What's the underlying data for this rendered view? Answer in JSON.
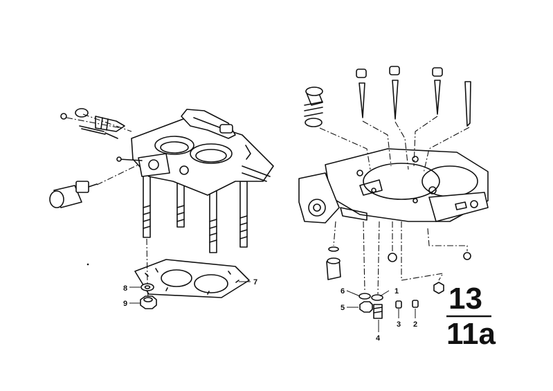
{
  "diagram": {
    "section": {
      "group_number": "13",
      "page_number": "11a",
      "divider_color": "#111111"
    },
    "callouts": [
      {
        "id": "c1",
        "label": "1"
      },
      {
        "id": "c2",
        "label": "2"
      },
      {
        "id": "c3",
        "label": "3"
      },
      {
        "id": "c4",
        "label": "4"
      },
      {
        "id": "c5",
        "label": "5"
      },
      {
        "id": "c6",
        "label": "6"
      },
      {
        "id": "c7",
        "label": "7"
      },
      {
        "id": "c8",
        "label": "8"
      },
      {
        "id": "c9",
        "label": "9"
      }
    ],
    "colors": {
      "ink": "#111111",
      "paper": "#ffffff"
    }
  }
}
